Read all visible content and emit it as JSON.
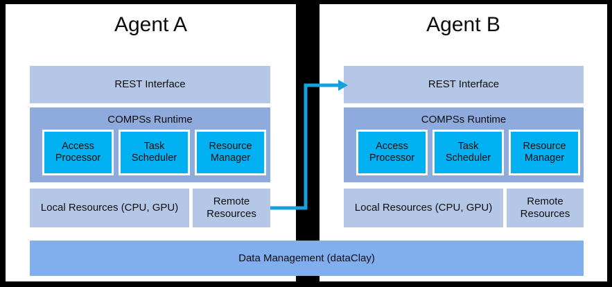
{
  "diagram": {
    "title_a": "Agent A",
    "title_b": "Agent B",
    "shared_bar": "Data Management (dataClay)",
    "colors": {
      "rest_interface": "#b4c7e7",
      "compss_runtime": "#8faadc",
      "component_box": "#00b0f0",
      "resource_box": "#b4c7e7",
      "data_management": "#81aeee",
      "connector": "#16a0dc",
      "frame": "#000000",
      "text": "#0d0d0d"
    }
  },
  "agents": [
    {
      "id": "agent-a",
      "title": "Agent A",
      "rest_interface": "REST Interface",
      "runtime_label": "COMPSs Runtime",
      "components": [
        "Access Processor",
        "Task Scheduler",
        "Resource Manager"
      ],
      "local_resources": "Local Resources (CPU, GPU)",
      "remote_resources": "Remote Resources"
    },
    {
      "id": "agent-b",
      "title": "Agent B",
      "rest_interface": "REST Interface",
      "runtime_label": "COMPSs Runtime",
      "components": [
        "Access Processor",
        "Task Scheduler",
        "Resource Manager"
      ],
      "local_resources": "Local Resources (CPU, GPU)",
      "remote_resources": "Remote Resources"
    }
  ],
  "connector": {
    "name": "remote-resources-to-rest-interface-arrow",
    "from": "Agent A Remote Resources",
    "to": "Agent B REST Interface",
    "color": "#16a0dc"
  }
}
